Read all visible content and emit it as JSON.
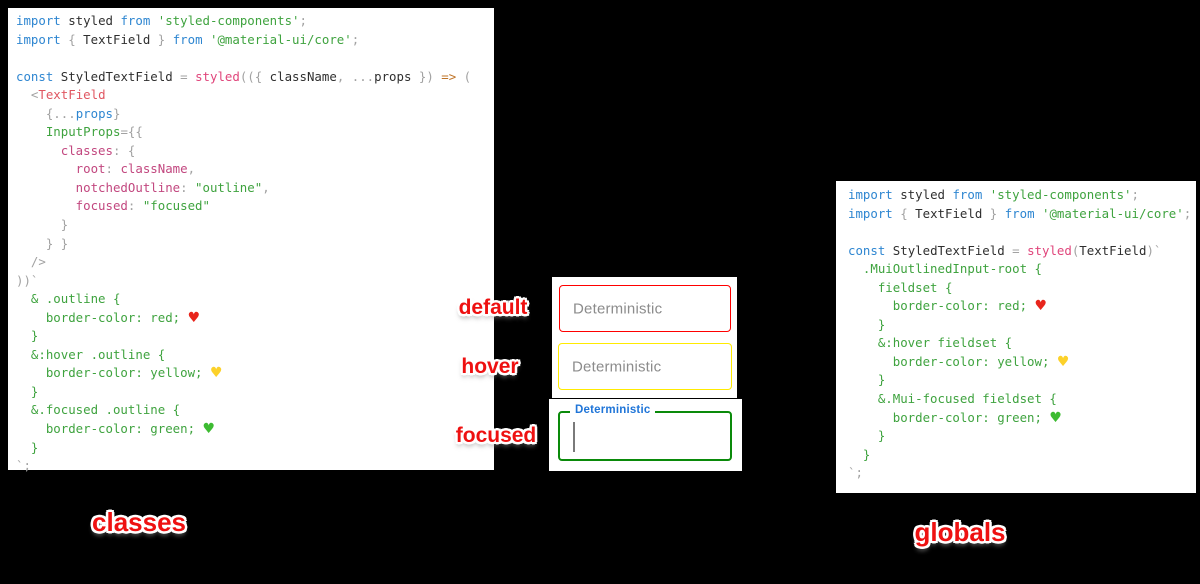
{
  "canvas": {
    "background": "#000000"
  },
  "colors": {
    "default_border": "#ff0000",
    "hover_border": "#ffeb00",
    "focused_border": "#0a8a0a",
    "floating_label_blue": "#1f75d8",
    "caption_red": "#ee1111",
    "placeholder_gray": "#8c8c8c"
  },
  "left_panel": {
    "caption": "classes",
    "code": [
      [
        [
          "kw",
          "import"
        ],
        [
          "pl",
          " styled "
        ],
        [
          "kw",
          "from"
        ],
        [
          "grn",
          " 'styled-components'"
        ],
        [
          "pun",
          ";"
        ]
      ],
      [
        [
          "kw",
          "import"
        ],
        [
          "pun",
          " { "
        ],
        [
          "pl",
          "TextField"
        ],
        [
          "pun",
          " } "
        ],
        [
          "kw",
          "from"
        ],
        [
          "grn",
          " '@material-ui/core'"
        ],
        [
          "pun",
          ";"
        ]
      ],
      [],
      [
        [
          "kw",
          "const"
        ],
        [
          "pl",
          " StyledTextField "
        ],
        [
          "pun",
          "= "
        ],
        [
          "fn",
          "styled"
        ],
        [
          "pun",
          "(({ "
        ],
        [
          "pl",
          "className"
        ],
        [
          "pun",
          ", ..."
        ],
        [
          "pl",
          "props"
        ],
        [
          "pun",
          " }) "
        ],
        [
          "arrow",
          "=>"
        ],
        [
          "pun",
          " ("
        ]
      ],
      [
        [
          "pun",
          "  <"
        ],
        [
          "tag",
          "TextField"
        ]
      ],
      [
        [
          "pun",
          "    {..."
        ],
        [
          "kw",
          "props"
        ],
        [
          "pun",
          "}"
        ]
      ],
      [
        [
          "grn",
          "    InputProps"
        ],
        [
          "pun",
          "={{"
        ]
      ],
      [
        [
          "prop",
          "      classes"
        ],
        [
          "pun",
          ": {"
        ]
      ],
      [
        [
          "prop",
          "        root"
        ],
        [
          "pun",
          ": "
        ],
        [
          "prop",
          "className"
        ],
        [
          "pun",
          ","
        ]
      ],
      [
        [
          "prop",
          "        notchedOutline"
        ],
        [
          "pun",
          ": "
        ],
        [
          "grn",
          "\"outline\""
        ],
        [
          "pun",
          ","
        ]
      ],
      [
        [
          "prop",
          "        focused"
        ],
        [
          "pun",
          ": "
        ],
        [
          "grn",
          "\"focused\""
        ]
      ],
      [
        [
          "pun",
          "      }"
        ]
      ],
      [
        [
          "pun",
          "    } }"
        ]
      ],
      [
        [
          "pun",
          "  />"
        ]
      ],
      [
        [
          "pun",
          "))`"
        ]
      ],
      [
        [
          "grn",
          "  & .outline {"
        ]
      ],
      [
        [
          "grn",
          "    border-color: red; "
        ],
        [
          "hr",
          "♥"
        ]
      ],
      [
        [
          "grn",
          "  }"
        ]
      ],
      [
        [
          "grn",
          "  &:hover .outline {"
        ]
      ],
      [
        [
          "grn",
          "    border-color: yellow; "
        ],
        [
          "hy",
          "♥"
        ]
      ],
      [
        [
          "grn",
          "  }"
        ]
      ],
      [
        [
          "grn",
          "  &.focused .outline {"
        ]
      ],
      [
        [
          "grn",
          "    border-color: green; "
        ],
        [
          "hg",
          "♥"
        ]
      ],
      [
        [
          "grn",
          "  }"
        ]
      ],
      [
        [
          "pun",
          "`;"
        ]
      ]
    ]
  },
  "right_panel": {
    "caption": "globals",
    "code": [
      [
        [
          "kw",
          "import"
        ],
        [
          "pl",
          " styled "
        ],
        [
          "kw",
          "from"
        ],
        [
          "grn",
          " 'styled-components'"
        ],
        [
          "pun",
          ";"
        ]
      ],
      [
        [
          "kw",
          "import"
        ],
        [
          "pun",
          " { "
        ],
        [
          "pl",
          "TextField"
        ],
        [
          "pun",
          " } "
        ],
        [
          "kw",
          "from"
        ],
        [
          "grn",
          " '@material-ui/core'"
        ],
        [
          "pun",
          ";"
        ]
      ],
      [],
      [
        [
          "kw",
          "const"
        ],
        [
          "pl",
          " StyledTextField "
        ],
        [
          "pun",
          "= "
        ],
        [
          "fn",
          "styled"
        ],
        [
          "pun",
          "("
        ],
        [
          "pl",
          "TextField"
        ],
        [
          "pun",
          ")`"
        ]
      ],
      [
        [
          "grn",
          "  .MuiOutlinedInput-root {"
        ]
      ],
      [
        [
          "grn",
          "    fieldset {"
        ]
      ],
      [
        [
          "grn",
          "      border-color: red; "
        ],
        [
          "hr",
          "♥"
        ]
      ],
      [
        [
          "grn",
          "    }"
        ]
      ],
      [
        [
          "grn",
          "    &:hover fieldset {"
        ]
      ],
      [
        [
          "grn",
          "      border-color: yellow; "
        ],
        [
          "hy",
          "♥"
        ]
      ],
      [
        [
          "grn",
          "    }"
        ]
      ],
      [
        [
          "grn",
          "    &.Mui-focused fieldset {"
        ]
      ],
      [
        [
          "grn",
          "      border-color: green; "
        ],
        [
          "hg",
          "♥"
        ]
      ],
      [
        [
          "grn",
          "    }"
        ]
      ],
      [
        [
          "grn",
          "  }"
        ]
      ],
      [
        [
          "pun",
          "`;"
        ]
      ]
    ]
  },
  "demo": {
    "fields": [
      {
        "state": "default",
        "label": "default",
        "placeholder": "Deterministic",
        "border": "#ff0000"
      },
      {
        "state": "hover",
        "label": "hover",
        "placeholder": "Deterministic",
        "border": "#ffeb00"
      },
      {
        "state": "focused",
        "label": "focused",
        "float_label": "Deterministic",
        "border": "#0a8a0a"
      }
    ]
  }
}
